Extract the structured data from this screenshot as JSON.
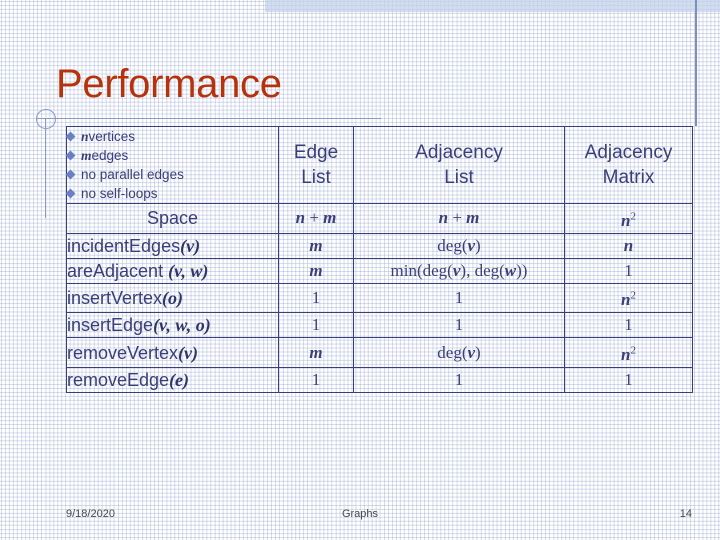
{
  "slide": {
    "title": "Performance",
    "assumptions": [
      {
        "var": "n",
        "text": " vertices"
      },
      {
        "var": "m",
        "text": " edges"
      },
      {
        "var": "",
        "text": "no parallel edges"
      },
      {
        "var": "",
        "text": "no self-loops"
      }
    ],
    "columns": [
      {
        "id": "operation",
        "line1": "",
        "line2": ""
      },
      {
        "id": "edge-list",
        "line1": "Edge",
        "line2": "List"
      },
      {
        "id": "adjacency-list",
        "line1": "Adjacency",
        "line2": "List"
      },
      {
        "id": "adjacency-matrix",
        "line1": "Adjacency",
        "line2": "Matrix"
      }
    ],
    "rows": [
      {
        "name": "Space",
        "name_args": "",
        "style": "plain",
        "edge_list": "n + m",
        "adjacency_list": "n + m",
        "adjacency_matrix": "n2"
      },
      {
        "name": "incidentEdges",
        "name_args": "(v)",
        "style": "code",
        "edge_list": "m",
        "adjacency_list": "deg(v)",
        "adjacency_matrix": "n"
      },
      {
        "name": "areAdjacent ",
        "name_args": "(v, w)",
        "style": "code",
        "edge_list": "m",
        "adjacency_list": "min(deg(v), deg(w))",
        "adjacency_matrix": "1"
      },
      {
        "name": "insertVertex",
        "name_args": "(o)",
        "style": "code",
        "edge_list": "1",
        "adjacency_list": "1",
        "adjacency_matrix": "n2"
      },
      {
        "name": "insertEdge",
        "name_args": "(v, w, o)",
        "style": "code",
        "edge_list": "1",
        "adjacency_list": "1",
        "adjacency_matrix": "1"
      },
      {
        "name": "removeVertex",
        "name_args": "(v)",
        "style": "code",
        "edge_list": "m",
        "adjacency_list": "deg(v)",
        "adjacency_matrix": "n2"
      },
      {
        "name": "removeEdge",
        "name_args": "(e)",
        "style": "code",
        "edge_list": "1",
        "adjacency_list": "1",
        "adjacency_matrix": "1"
      }
    ]
  },
  "footer": {
    "date": "9/18/2020",
    "topic": "Graphs",
    "page": "14"
  },
  "colors": {
    "title": "#b5320b",
    "table_border": "#3a3f77",
    "method_name": "#9c3214",
    "math_text": "#2f3566",
    "bullet": "#6b7fc4",
    "band": "#c3d2ea"
  }
}
